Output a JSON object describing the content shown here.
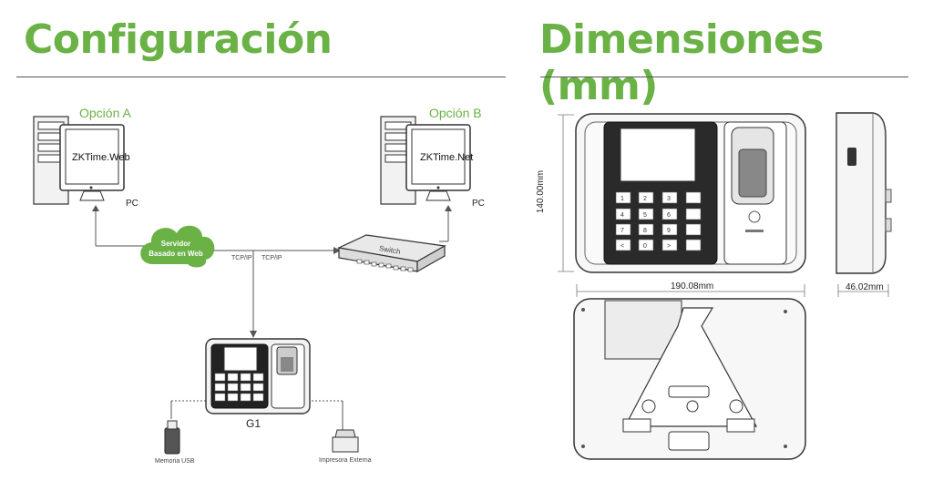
{
  "titles": {
    "left": "Configuración",
    "right": "Dimensiones (mm)"
  },
  "configuracion": {
    "option_a": "Opción A",
    "option_b": "Opción B",
    "screen_a": "ZKTime.Web",
    "screen_b": "ZKTime.Net",
    "pc_a": "PC",
    "pc_b": "PC",
    "cloud_line1": "Servidor",
    "cloud_line2": "Basado en Web",
    "tcp1": "TCP/IP",
    "tcp2": "TCP/IP",
    "switch": "Switch",
    "device": "G1",
    "usb": "Memoria USB",
    "printer": "Impresora Externa"
  },
  "dimensiones": {
    "height": "140.00mm",
    "width": "190.08mm",
    "depth": "46.02mm"
  },
  "colors": {
    "brand_green": "#6ab245",
    "line": "#555555"
  }
}
